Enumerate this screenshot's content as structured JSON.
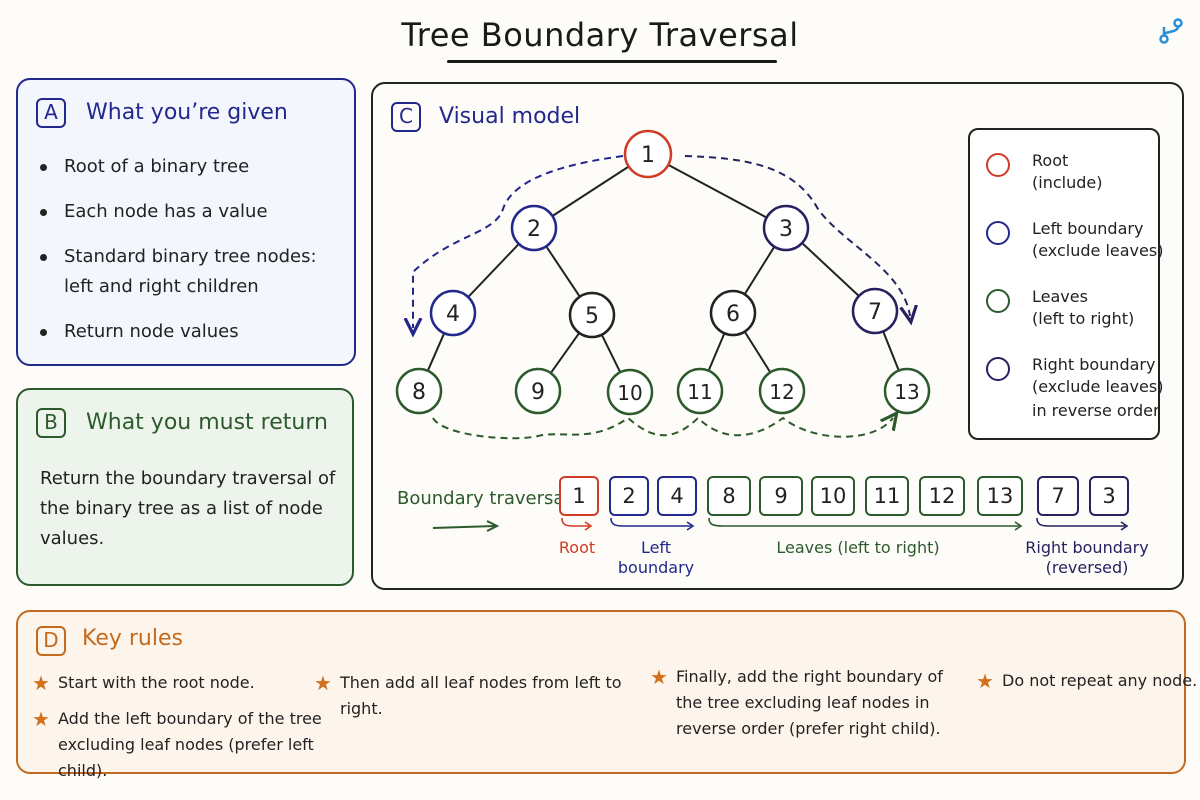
{
  "title": "Tree Boundary Traversal",
  "colors": {
    "blue": "#22288c",
    "green": "#2d5a2d",
    "red": "#d03b26",
    "purple": "#2a2060",
    "orange": "#c46a1e"
  },
  "panel_a": {
    "badge": "A",
    "heading": "What you’re given",
    "items": [
      "Root of a binary tree",
      "Each node has a value",
      "Standard binary tree nodes: left and right children",
      "Return node values"
    ]
  },
  "panel_b": {
    "badge": "B",
    "heading": "What you must return",
    "text": "Return the boundary traversal of the binary tree as a list of node values."
  },
  "panel_c": {
    "badge": "C",
    "heading": "Visual model",
    "tree_nodes": [
      {
        "id": "1",
        "role": "root"
      },
      {
        "id": "2",
        "role": "left"
      },
      {
        "id": "3",
        "role": "right"
      },
      {
        "id": "4",
        "role": "left"
      },
      {
        "id": "5",
        "role": "plain"
      },
      {
        "id": "6",
        "role": "plain"
      },
      {
        "id": "7",
        "role": "right"
      },
      {
        "id": "8",
        "role": "leaf"
      },
      {
        "id": "9",
        "role": "leaf"
      },
      {
        "id": "10",
        "role": "leaf"
      },
      {
        "id": "11",
        "role": "leaf"
      },
      {
        "id": "12",
        "role": "leaf"
      },
      {
        "id": "13",
        "role": "leaf"
      }
    ],
    "tree_edges": [
      [
        "1",
        "2"
      ],
      [
        "1",
        "3"
      ],
      [
        "2",
        "4"
      ],
      [
        "2",
        "5"
      ],
      [
        "3",
        "6"
      ],
      [
        "3",
        "7"
      ],
      [
        "4",
        "8"
      ],
      [
        "5",
        "9"
      ],
      [
        "5",
        "10"
      ],
      [
        "6",
        "11"
      ],
      [
        "6",
        "12"
      ],
      [
        "7",
        "13"
      ]
    ],
    "legend": [
      {
        "label": "Root",
        "sub": [
          "(include)"
        ],
        "color": "#d03b26"
      },
      {
        "label": "Left boundary",
        "sub": [
          "(exclude leaves)"
        ],
        "color": "#22288c"
      },
      {
        "label": "Leaves",
        "sub": [
          "(left to right)"
        ],
        "color": "#2d5a2d"
      },
      {
        "label": "Right boundary",
        "sub": [
          "(exclude leaves)",
          "in reverse order"
        ],
        "color": "#2a2060"
      }
    ],
    "traversal_label": "Boundary traversal:",
    "traversal": [
      {
        "value": "1",
        "group": "root"
      },
      {
        "value": "2",
        "group": "left"
      },
      {
        "value": "4",
        "group": "left"
      },
      {
        "value": "8",
        "group": "leaf"
      },
      {
        "value": "9",
        "group": "leaf"
      },
      {
        "value": "10",
        "group": "leaf"
      },
      {
        "value": "11",
        "group": "leaf"
      },
      {
        "value": "12",
        "group": "leaf"
      },
      {
        "value": "13",
        "group": "leaf"
      },
      {
        "value": "7",
        "group": "right"
      },
      {
        "value": "3",
        "group": "right"
      }
    ],
    "captions": {
      "root": "Root",
      "left": "Left boundary",
      "leaves": "Leaves (left to right)",
      "right": "Right boundary",
      "right_sub": "(reversed)"
    }
  },
  "panel_d": {
    "badge": "D",
    "heading": "Key rules",
    "rules": [
      "Start with the root node.",
      "Add the left boundary of the tree excluding leaf nodes (prefer left child).",
      "Then add all leaf nodes from left to right.",
      "Finally, add the right boundary of the tree excluding leaf nodes in reverse order (prefer right child).",
      "Do not repeat any node."
    ]
  }
}
